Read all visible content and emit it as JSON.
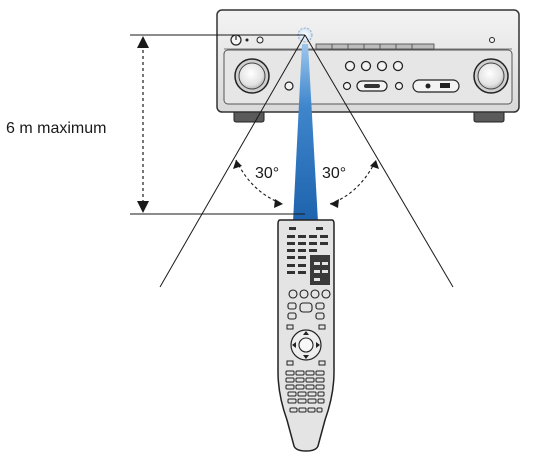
{
  "distance": {
    "label": "6 m maximum"
  },
  "angles": {
    "left": "30°",
    "right": "30°"
  },
  "colors": {
    "beam": "#1e6bb8",
    "beam_glow": "#7fb2e5",
    "receiver_body": "#e8e8e8",
    "receiver_front": "#dcdcdc",
    "remote_body": "#e4e4e4",
    "remote_dark": "#333333",
    "line": "#1a1a1a"
  },
  "icons": {
    "receiver": "av-receiver-front-panel",
    "remote": "remote-control",
    "sensor": "ir-sensor-icon"
  }
}
